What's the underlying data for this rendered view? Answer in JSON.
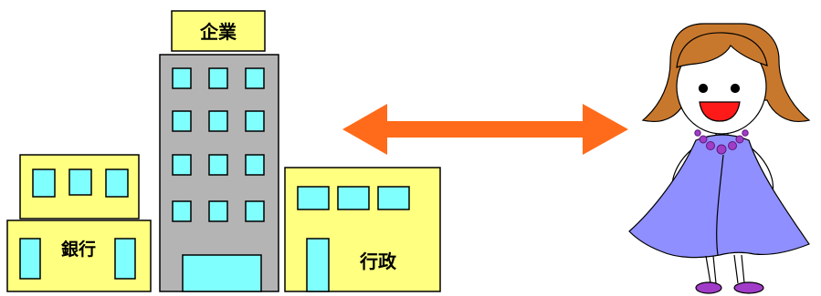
{
  "labels": {
    "company": "企業",
    "bank": "銀行",
    "government": "行政"
  },
  "colors": {
    "building_yellow": "#ffff80",
    "tower_grey": "#b4b4b4",
    "window_cyan": "#80ffff",
    "arrow_orange": "#ff6b1a",
    "hair_brown": "#c8782d",
    "dress_lavender": "#8f8fff",
    "necklace_purple": "#a13cc8",
    "mouth_red": "#ff1a1a"
  }
}
